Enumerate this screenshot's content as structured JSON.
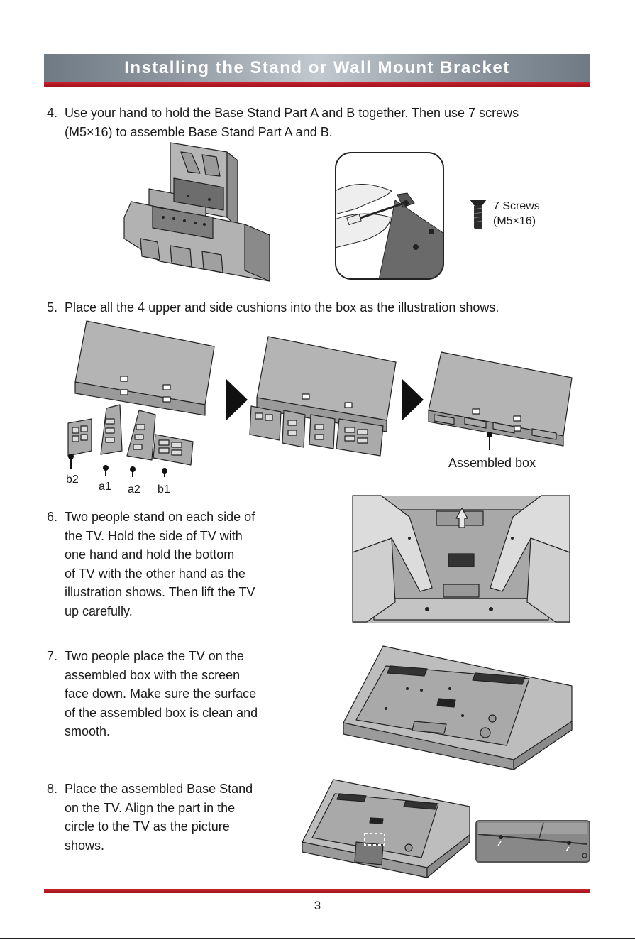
{
  "header": {
    "title": "Installing the Stand or Wall Mount Bracket"
  },
  "steps": [
    {
      "number": "4.",
      "lines": [
        "Use your hand to hold the Base Stand Part A and B together. Then use 7 screws",
        "(M5×16) to assemble Base Stand Part A and B."
      ]
    },
    {
      "number": "5.",
      "lines": [
        "Place all the 4 upper and side cushions into the box as the illustration shows."
      ]
    },
    {
      "number": "6.",
      "lines": [
        "Two people stand on each side of",
        "the TV. Hold the side of TV with",
        "one hand and hold the bottom",
        "of TV with the other hand as the",
        "illustration shows. Then lift the TV",
        "up carefully."
      ]
    },
    {
      "number": "7.",
      "lines": [
        "Two people place the TV on the",
        "assembled box with the screen",
        "face down. Make sure the surface",
        "of the assembled box is clean and",
        "smooth."
      ]
    },
    {
      "number": "8.",
      "lines": [
        "Place the assembled Base Stand",
        "on the TV. Align the part in the",
        "circle to the TV as the picture",
        "shows."
      ]
    }
  ],
  "screws": {
    "line1": "7 Screws",
    "line2": "(M5×16)"
  },
  "cushions": {
    "b2": "b2",
    "a1": "a1",
    "a2": "a2",
    "b1": "b1",
    "assembled": "Assembled box"
  },
  "footer": {
    "page_number": "3"
  }
}
